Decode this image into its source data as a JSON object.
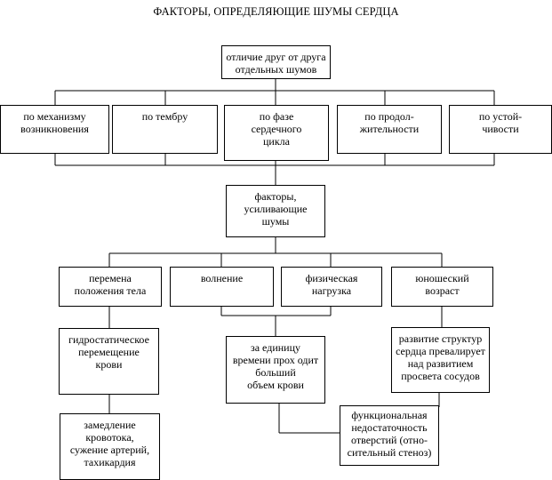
{
  "title": "ФАКТОРЫ, ОПРЕДЕЛЯЮЩИЕ ШУМЫ СЕРДЦА",
  "nodes": {
    "root": "отличие друг от друга\nотдельных шумов",
    "mechanism": "по механизму\nвозникновения",
    "timbre": "по тембру",
    "phase": "по фазе\nсердечного\nцикла",
    "duration": "по продол-\nжительности",
    "stability": "по устой-\nчивости",
    "amplifying": "факторы,\nусиливающие\nшумы",
    "position_change": "перемена\nположения тела",
    "excitement": "волнение",
    "physical_load": "физическая\nнагрузка",
    "youth": "юношеский\nвозраст",
    "hydrostatic": "гидростатическое\nперемещение\nкрови",
    "more_blood": "за единицу\nвремени прох одит\nбольший\nобъем крови",
    "heart_growth": "развитие структур\nсердца превалирует\nнад развитием\nпросвета сосудов",
    "slowing": "замедление\nкровотока,\nсужение артерий,\nтахикардия",
    "functional": "функциональная\nнедостаточность\nотверстий (отно-\nсительный стеноз)"
  }
}
